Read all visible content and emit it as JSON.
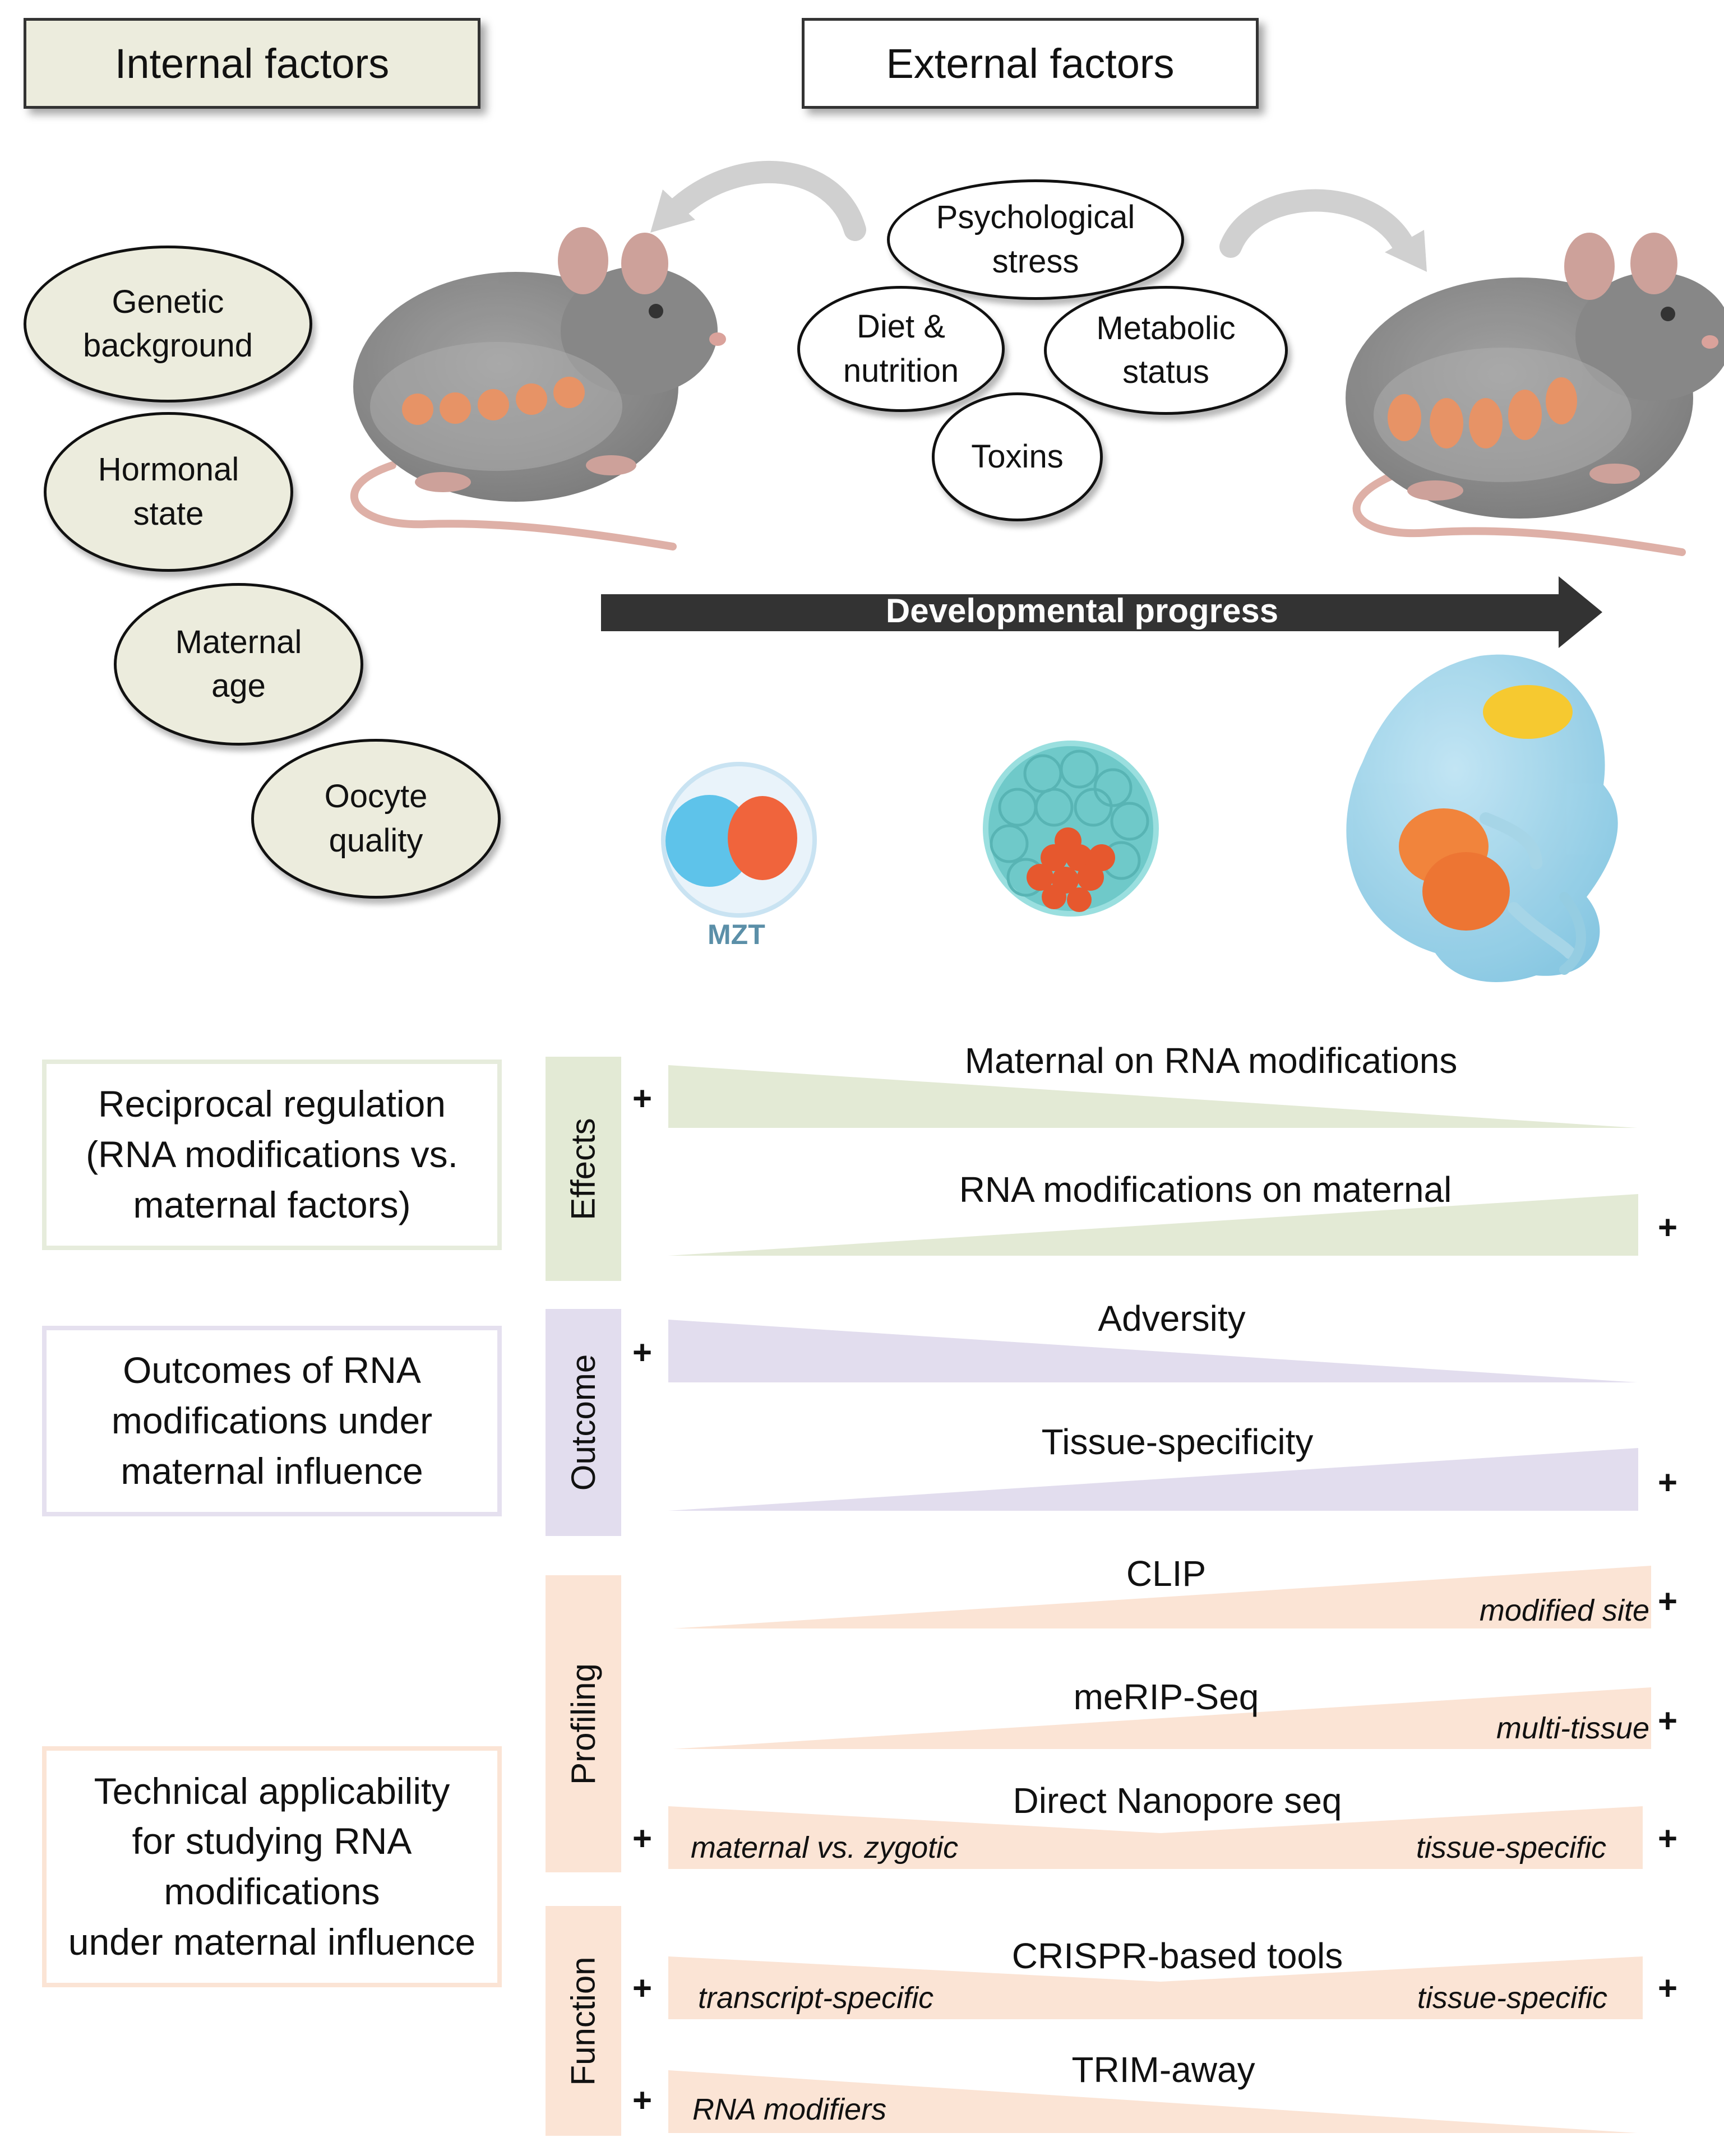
{
  "headers": {
    "internal": "Internal factors",
    "external": "External factors"
  },
  "internal_factors": [
    "Genetic\nbackground",
    "Hormonal\nstate",
    "Maternal\nage",
    "Oocyte\nquality"
  ],
  "external_factors": [
    "Psychological\nstress",
    "Diet &\nnutrition",
    "Metabolic\nstatus",
    "Toxins"
  ],
  "developmental_progress": "Developmental progress",
  "stages": {
    "mzt_label": "MZT"
  },
  "sections": [
    {
      "label": "Reciprocal regulation\n(RNA modifications vs.\nmaternal factors)",
      "tab": "Effects",
      "color": "#e3ead5"
    },
    {
      "label": "Outcomes of RNA\nmodifications under\nmaternal influence",
      "tab": "Outcome",
      "color": "#e2ddee"
    },
    {
      "label": "Technical applicability\nfor studying RNA\nmodifications\nunder maternal influence",
      "tab_profiling": "Profiling",
      "tab_function": "Function",
      "color": "#fbe4d5"
    }
  ],
  "gradients": {
    "maternal_on_rna": "Maternal on RNA modifications",
    "rna_on_maternal": "RNA modifications on maternal",
    "adversity": "Adversity",
    "tissue_specificity": "Tissue-specificity",
    "clip": {
      "title": "CLIP",
      "right": "modified site"
    },
    "merip": {
      "title": "meRIP-Seq",
      "right": "multi-tissue"
    },
    "nanopore": {
      "title": "Direct Nanopore seq",
      "left": "maternal vs. zygotic",
      "right": "tissue-specific"
    },
    "crispr": {
      "title": "CRISPR-based tools",
      "left": "transcript-specific",
      "right": "tissue-specific"
    },
    "trim": {
      "title": "TRIM-away",
      "left": "RNA modifiers"
    }
  },
  "plus_symbol": "+"
}
